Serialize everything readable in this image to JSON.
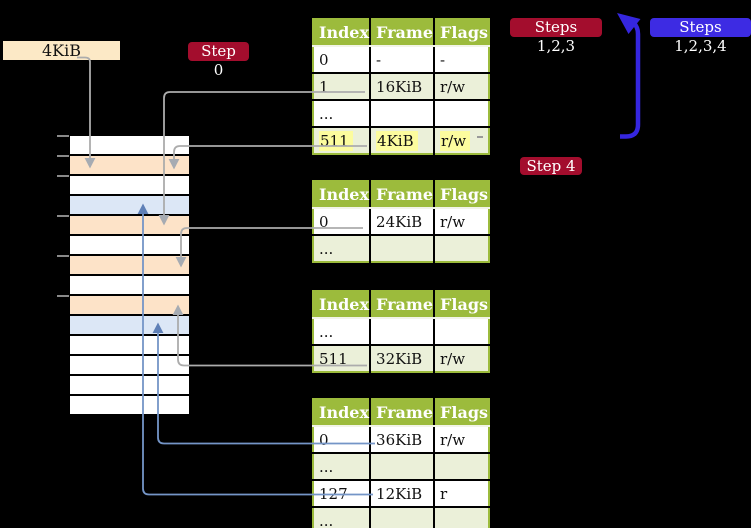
{
  "frame_label": {
    "text": "4KiB"
  },
  "badges": {
    "step0": "Step 0",
    "steps123": "Steps 1,2,3",
    "steps1234": "Steps 1,2,3,4",
    "step4": "Step 4"
  },
  "tables": [
    {
      "name": "table-top",
      "headers": [
        "Index",
        "Frame",
        "Flags"
      ],
      "rows": [
        {
          "cells": [
            "0",
            "-",
            "-"
          ]
        },
        {
          "cells": [
            "1",
            "16KiB",
            "r/w"
          ]
        },
        {
          "cells": [
            "...",
            "",
            ""
          ]
        },
        {
          "cells": [
            "511",
            "4KiB",
            "r/w"
          ],
          "highlight": true
        }
      ]
    },
    {
      "name": "table-second",
      "headers": [
        "Index",
        "Frame",
        "Flags"
      ],
      "rows": [
        {
          "cells": [
            "0",
            "24KiB",
            "r/w"
          ]
        },
        {
          "cells": [
            "...",
            "",
            ""
          ]
        }
      ]
    },
    {
      "name": "table-third",
      "headers": [
        "Index",
        "Frame",
        "Flags"
      ],
      "rows": [
        {
          "cells": [
            "...",
            "",
            ""
          ]
        },
        {
          "cells": [
            "511",
            "32KiB",
            "r/w"
          ]
        }
      ]
    },
    {
      "name": "table-bottom",
      "headers": [
        "Index",
        "Frame",
        "Flags"
      ],
      "rows": [
        {
          "cells": [
            "0",
            "36KiB",
            "r/w"
          ]
        },
        {
          "cells": [
            "...",
            "",
            ""
          ]
        },
        {
          "cells": [
            "127",
            "12KiB",
            "r"
          ]
        },
        {
          "cells": [
            "...",
            "",
            ""
          ]
        }
      ]
    }
  ],
  "memory": {
    "rows": [
      "white",
      "peach",
      "white",
      "blue",
      "peach",
      "white",
      "peach",
      "white",
      "peach",
      "blue",
      "white",
      "white",
      "white",
      "white"
    ]
  },
  "colors": {
    "background": "#000000",
    "table_header_green": "#9CBB3C",
    "table_alt_row_green": "#EBF0D9",
    "highlight_yellow": "#FCFC9E",
    "frame_peach": "#FDE3C8",
    "frame_blue": "#DCE7F6",
    "badge_red": "#A30D2D",
    "badge_blue": "#3D2BE3",
    "loop_arrow_blue": "#3526DF",
    "connector_gray": "#ACACAC",
    "connector_steelblue": "#7495C7",
    "label_box_wheat": "#FCE9C6"
  }
}
